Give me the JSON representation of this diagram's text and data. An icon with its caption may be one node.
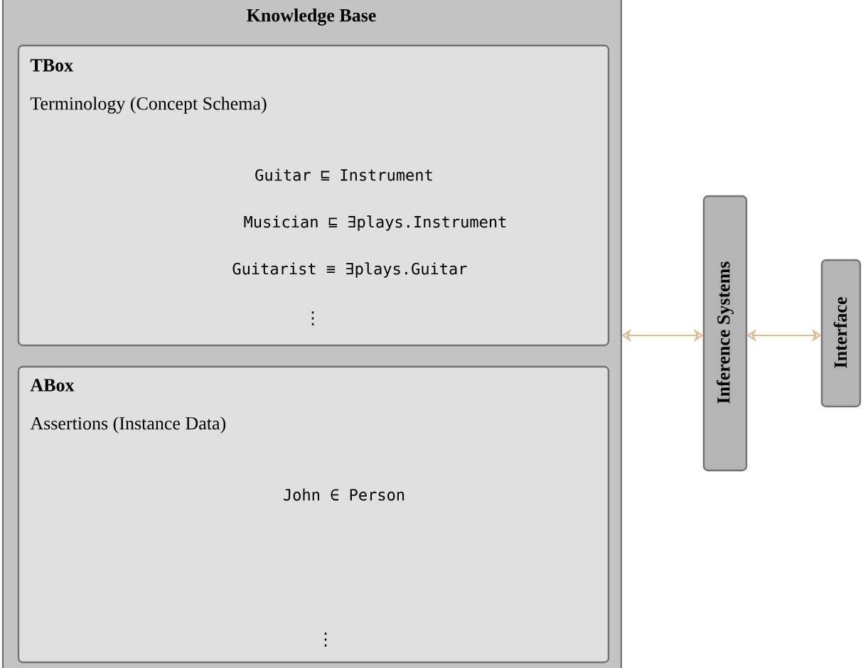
{
  "diagram": {
    "nodes": [
      {
        "text": [
          "Knowledge Base"
        ]
      },
      {
        "text": [
          "TBox",
          "Terminology (Concept Schema)",
          "Guitar ⊑ Instrument",
          "Musician ⊑ ∃plays.Instrument",
          "Guitarist ≡ ∃plays.Guitar",
          "⋮"
        ],
        "in": 0
      },
      {
        "text": [
          "ABox",
          "Assertions (Instance Data)",
          "John ∈ Person",
          "⋮"
        ],
        "in": 0
      },
      {
        "text": [
          "Inference Systems"
        ]
      },
      {
        "text": [
          "Interface"
        ]
      }
    ],
    "edges": [
      {
        "from": 0,
        "to": 3,
        "arrow": "both",
        "color": "#e2b88e"
      },
      {
        "from": 3,
        "to": 4,
        "arrow": "both",
        "color": "#e2b88e"
      }
    ]
  }
}
